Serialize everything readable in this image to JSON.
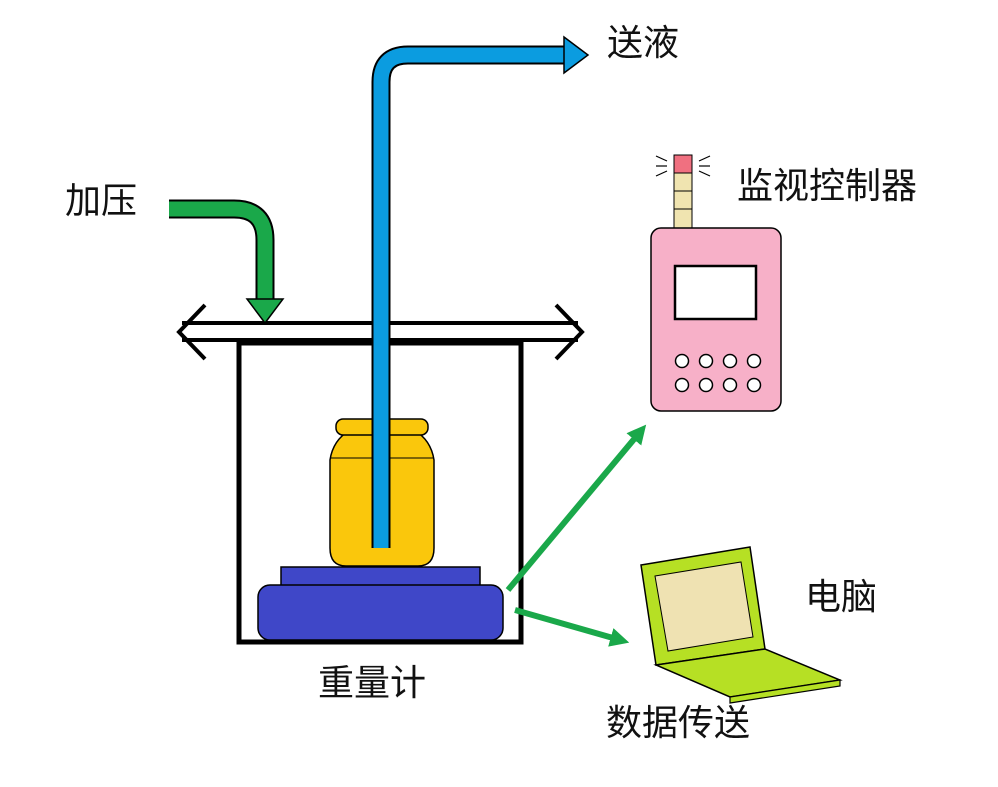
{
  "labels": {
    "pressurize": "加压",
    "liquid_feed": "送液",
    "monitor_controller": "监视控制器",
    "computer": "电脑",
    "data_transfer": "数据传送",
    "gravimeter": "重量计"
  },
  "colors": {
    "liquid_pipe": "#0b9ce0",
    "pressure_arrow": "#1aa84a",
    "data_arrow": "#1aa84a",
    "bottle": "#fac70c",
    "scale": "#3f47c8",
    "controller_body": "#f7b0c8",
    "controller_lamp_red": "#f07080",
    "controller_lamp": "#f0e4b0",
    "laptop": "#b6e024",
    "laptop_screen": "#efe2b2",
    "outline": "#000000"
  },
  "icons": {
    "monitor_controller": "controller-icon",
    "computer": "laptop-icon",
    "scale": "scale-icon",
    "bottle": "bottle-icon"
  }
}
